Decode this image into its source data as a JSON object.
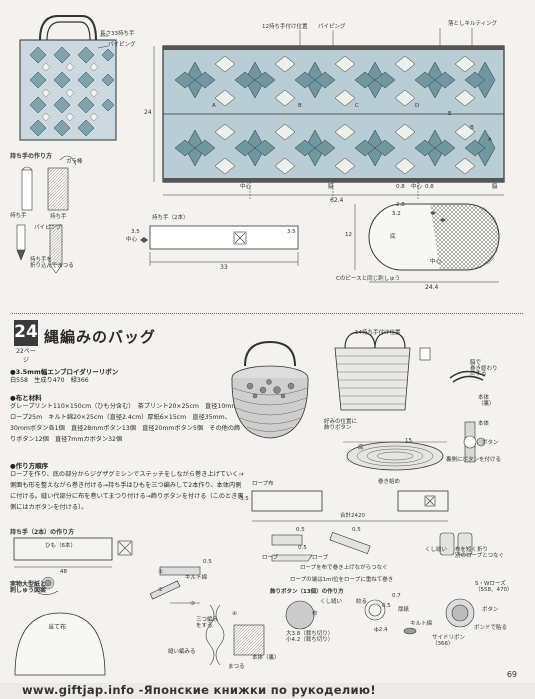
{
  "top": {
    "bag_labels": {
      "handle_len": "長さ33持ち手",
      "piping": "パイピング"
    },
    "panel_labels": {
      "handle_pos_top": "12持ち手付け位置",
      "piping": "パイピング",
      "drop_quilt": "落としキルティング",
      "height": "24",
      "center1": "中心",
      "side1": "脇",
      "center2": "中心",
      "side2": "脇",
      "width": "62.4",
      "dim_08": "0.8",
      "dim_08b": "0.8",
      "letters": [
        "A",
        "B",
        "C",
        "D",
        "E",
        "B",
        "A"
      ]
    },
    "handle_howto": {
      "title": "持ち手の作り方",
      "glass_rod": "ガラ棒",
      "handle": "持ち手",
      "handle2": "持ち手",
      "piping": "パイピング",
      "fold_in": "持ち手を\n折り込んでまつる"
    },
    "handle_piece": {
      "title": "持ち手（2本）",
      "center": "中心",
      "dim_35a": "3.5",
      "dim_35b": "3.5",
      "dim_33": "33"
    },
    "bottom_piece": {
      "dim_28": "2.8",
      "dim_32": "3.2",
      "dim_12": "12",
      "dim_244": "24.4",
      "bottom": "底",
      "note": "Cのピースと同じ刺しゅう",
      "center": "中心"
    }
  },
  "section": {
    "number": "24",
    "page_ref": "22ページ",
    "title": "縄編みのバッグ",
    "materials_heading": "●3.5mm幅エンブロイダリーリボン",
    "materials_line": "白558　生成り470　緑366",
    "cloth_heading": "●布と材料",
    "cloth_text": "グレープリント110×150cm（ひも分含む）　茶プリント20×25cm　直径10mm綿ロープ25m　キルト綿20×25cm（直径2.4cm）厚紙6×15cm　直径35mm、30mmボタン各1個　直径28mmボタン13個　直径20mmボタン5個　その他の飾りボタン12個　直径7mmカボタン32個",
    "howto_heading": "●作り方順序",
    "howto_text": "ロープを作り、底の部分からジグザグミシンでステッチをしながら巻き上げていく→側面も形を整えながら巻き付ける→持ち手はひもを三つ編みして2本作り、本体内側に付ける。縫い代部分に布を巻いてまつり付ける→飾りボタンを付ける（このとき裏側にはカボタンを付ける）。"
  },
  "right_mid": {
    "handle_pos": "14持ち手付け位置",
    "side_note": "脇で\n巻き終わり\nにする",
    "body": "本体\n（裏）",
    "body2": "本体",
    "button": "ボタン",
    "attach_back": "裏側にボタンを付ける",
    "rope_wrap_note": "好みの位置に\n飾りボタン",
    "bottom": "底",
    "dim_15": "15",
    "wind_start": "巻き始め"
  },
  "rope_cloth": {
    "label": "ロープ布",
    "dim_35": "3.5",
    "total": "合計2420"
  },
  "steps": {
    "dim_05a": "0.5",
    "dim_05b": "0.5",
    "dim_05c": "0.5",
    "rope": "ロープ",
    "rope2": "ロープ",
    "wrap_note": "ロープを布で巻き上げながらつなぐ",
    "join_note": "ロープの端は1ml位をロープに重ねて巻き",
    "stitch_note": "くし縫い",
    "button_title": "飾りボタン（13個）の作り方",
    "dim_07": "0.7",
    "dim_05d": "0.5",
    "fold": "絞る",
    "card": "厚紙",
    "batting": "キルト綿",
    "dim_24": "ф2.4",
    "sizes": "大3.8（裁ち切り）\n小4.2（裁ち切り）",
    "cloth_note": "布を短く折り\n別のロープとつなぐ",
    "rose": "S・Wローズ\n（558、470）",
    "button_lbl": "ボタン",
    "bond": "ボンドで貼る",
    "side_ribbon": "サイドリボン\n（366）",
    "cloth": "布"
  },
  "bottom_left": {
    "handle_title": "持ち手（2本）の作り方",
    "cord": "ひも（6本）",
    "dim_48": "48",
    "batting": "キルト綿",
    "dim_05": "0.5",
    "braid": "三つ編み\nをする",
    "knit": "縫い編みる",
    "attach": "まつる",
    "body_back": "本体（裏）",
    "pattern_title": "実物大型紙と\n刺しゅう図案",
    "patch": "当て布",
    "steps": [
      "①",
      "②",
      "③",
      "④"
    ]
  },
  "footer": {
    "url_text": "www.giftjap.info -Японские книжки по рукоделию!",
    "page": "69"
  }
}
